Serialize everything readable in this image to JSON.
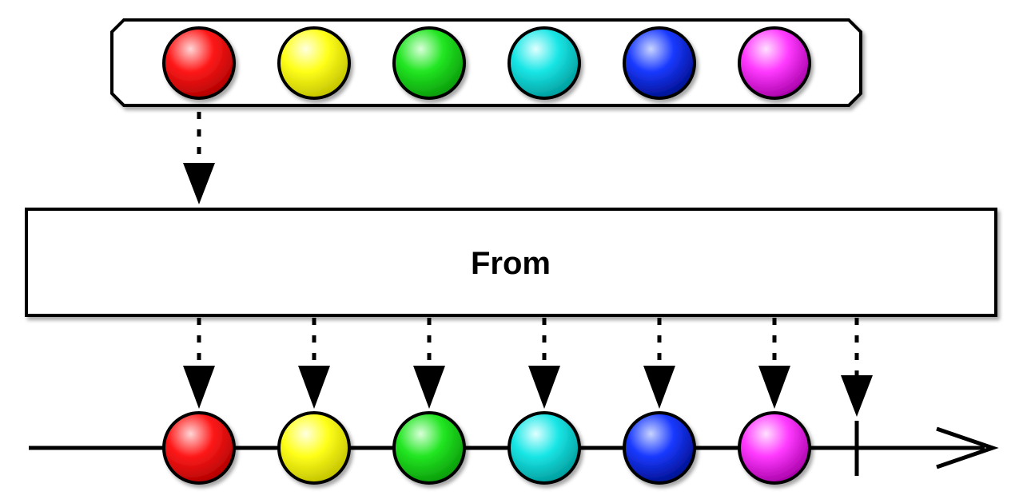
{
  "operator": {
    "label": "From"
  },
  "items": [
    {
      "color_name": "red",
      "base": "#ff1a1a",
      "light": "#ffd6d6",
      "dark": "#b00000"
    },
    {
      "color_name": "yellow",
      "base": "#ffff1a",
      "light": "#ffffe0",
      "dark": "#c2c200"
    },
    {
      "color_name": "green",
      "base": "#22e622",
      "light": "#d8ffd8",
      "dark": "#0a9a0a"
    },
    {
      "color_name": "cyan",
      "base": "#1ae6e6",
      "light": "#e0ffff",
      "dark": "#009c9c"
    },
    {
      "color_name": "blue",
      "base": "#1a3aff",
      "light": "#c8d4ff",
      "dark": "#00108f"
    },
    {
      "color_name": "magenta",
      "base": "#ff3aff",
      "light": "#ffe0ff",
      "dark": "#a800a8"
    }
  ],
  "output": {
    "completes": true
  }
}
